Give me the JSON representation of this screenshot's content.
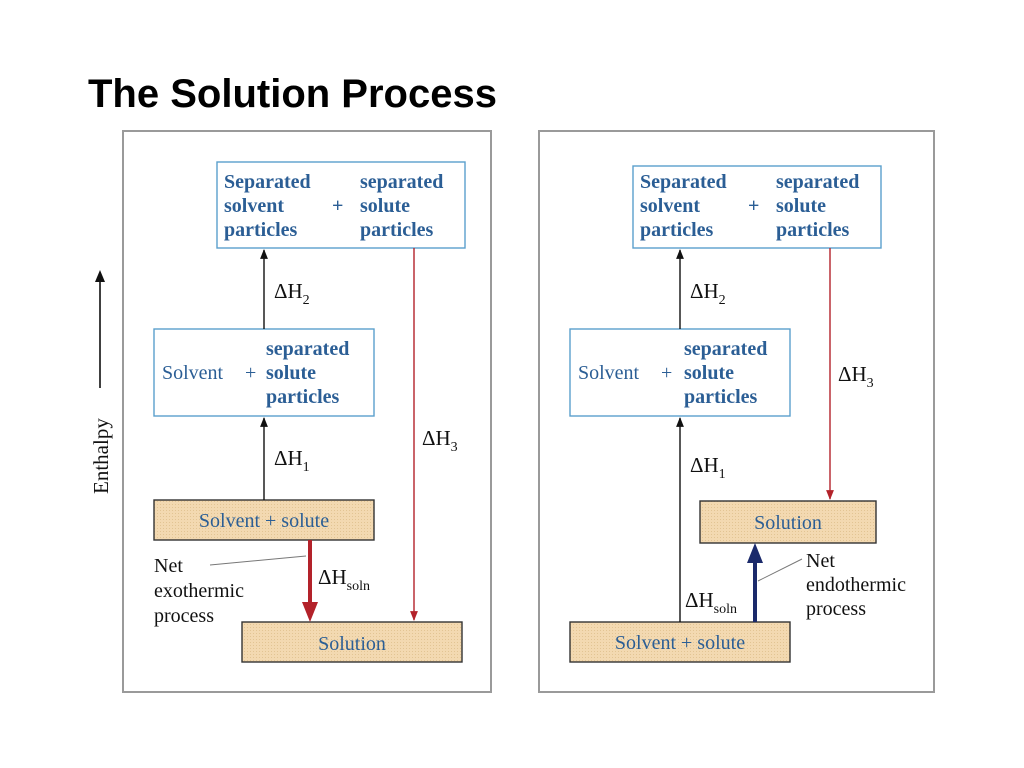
{
  "title": "The Solution Process",
  "y_axis_label": "Enthalpy",
  "colors": {
    "box_text": "#2b5e95",
    "tan_fill": "#f3d9b1",
    "red_arrow": "#b3222a",
    "blue_arrow": "#1b2a6b"
  },
  "left": {
    "top_box": {
      "line1a": "Separated",
      "line2a": "solvent",
      "line3a": "particles",
      "plus": "+",
      "line1b": "separated",
      "line2b": "solute",
      "line3b": "particles"
    },
    "mid_box": {
      "solvent": "Solvent",
      "plus": "+",
      "line1": "separated",
      "line2": "solute",
      "line3": "particles"
    },
    "start_box": "Solvent + solute",
    "end_box": "Solution",
    "dh_prefix": "ΔH",
    "dh1_sub": "1",
    "dh2_sub": "2",
    "dh3_sub": "3",
    "dhsoln_sub": "soln",
    "note": [
      "Net",
      "exothermic",
      "process"
    ]
  },
  "right": {
    "top_box": {
      "line1a": "Separated",
      "line2a": "solvent",
      "line3a": "particles",
      "plus": "+",
      "line1b": "separated",
      "line2b": "solute",
      "line3b": "particles"
    },
    "mid_box": {
      "solvent": "Solvent",
      "plus": "+",
      "line1": "separated",
      "line2": "solute",
      "line3": "particles"
    },
    "start_box": "Solvent + solute",
    "end_box": "Solution",
    "dh_prefix": "ΔH",
    "dh1_sub": "1",
    "dh2_sub": "2",
    "dh3_sub": "3",
    "dhsoln_sub": "soln",
    "note": [
      "Net",
      "endothermic",
      "process"
    ]
  }
}
